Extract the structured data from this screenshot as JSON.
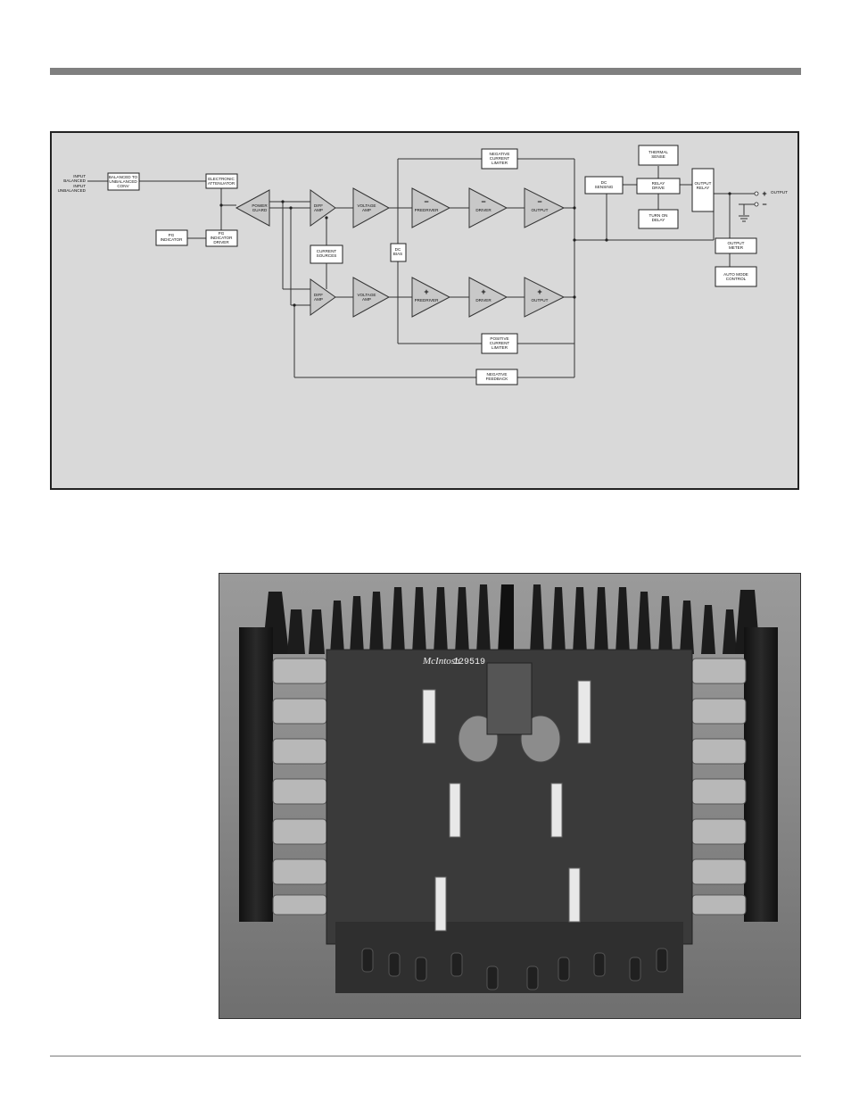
{
  "diagram": {
    "input_balanced": [
      "INPUT",
      "BALANCED"
    ],
    "input_unbalanced": [
      "INPUT",
      "UNBALANCED"
    ],
    "balanced_to_unbalanced": [
      "BALANCED TO",
      "UNBALANCED",
      "CONV"
    ],
    "electronic_attenuator": [
      "ELECTRONIC",
      "ATTENUATOR"
    ],
    "pg_indicator": [
      "PG",
      "INDICATOR"
    ],
    "pg_indicator_driver": [
      "PG",
      "INDICATOR",
      "DRIVER"
    ],
    "power_guard": [
      "POWER",
      "GUARD"
    ],
    "diff_amp": [
      "DIFF",
      "AMP"
    ],
    "voltage_amp": [
      "VOLTAGE",
      "AMP"
    ],
    "predriver": "PREDRIVER",
    "driver": "DRIVER",
    "output": "OUTPUT",
    "current_sources": [
      "CURRENT",
      "SOURCES"
    ],
    "dc_bias": [
      "DC",
      "BIAS"
    ],
    "negative_current_limiter": [
      "NEGATIVE",
      "CURRENT",
      "LIMITER"
    ],
    "positive_current_limiter": [
      "POSITIVE",
      "CURRENT",
      "LIMITER"
    ],
    "negative_feedback": [
      "NEGATIVE",
      "FEEDBACK"
    ],
    "dc_sensing": [
      "DC",
      "SENSING"
    ],
    "thermal_sense": [
      "THERMAL",
      "SENSE"
    ],
    "relay_drive": [
      "RELAY",
      "DRIVE"
    ],
    "turn_on_delay": [
      "TURN ON",
      "DELAY"
    ],
    "output_relay": [
      "OUTPUT",
      "RELAY"
    ],
    "output_meter": [
      "OUTPUT",
      "METER"
    ],
    "auto_mode_control": [
      "AUTO MODE",
      "CONTROL"
    ],
    "output_label": "OUTPUT",
    "plus_sign": "+",
    "minus_sign": "−",
    "stage_minus": "−",
    "stage_plus": "+"
  },
  "photo": {
    "brand": "McIntosh",
    "board_number": "129519"
  }
}
